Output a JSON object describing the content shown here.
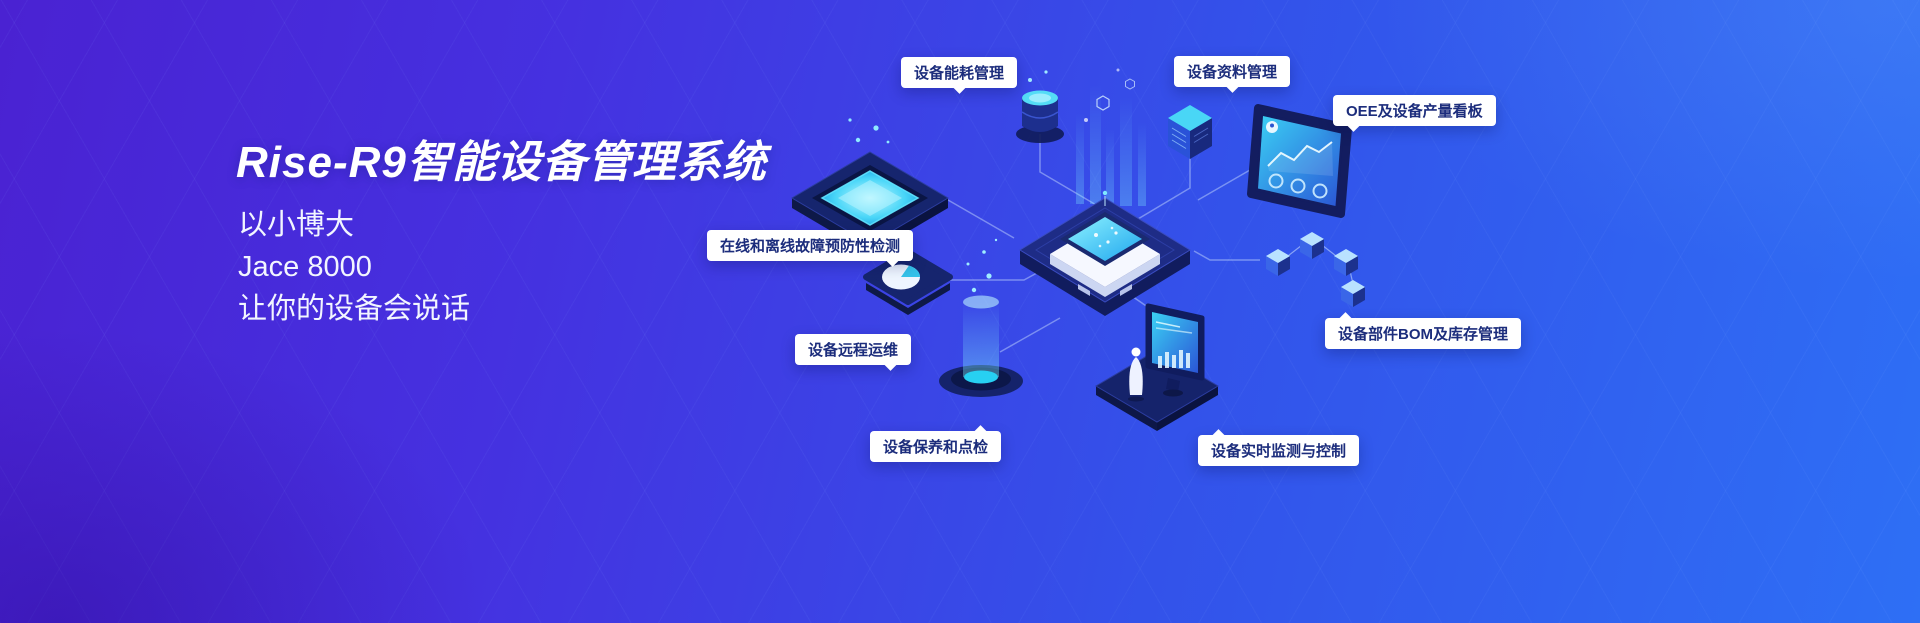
{
  "hero": {
    "title": "Rise-R9智能设备管理系统",
    "subtitle_lines": [
      "以小博大",
      "Jace 8000",
      "让你的设备会说话"
    ]
  },
  "illustration": {
    "labels": [
      {
        "text": "设备能耗管理"
      },
      {
        "text": "设备资料管理"
      },
      {
        "text": "OEE及设备产量看板"
      },
      {
        "text": "在线和离线故障预防性检测"
      },
      {
        "text": "设备远程运维"
      },
      {
        "text": "设备保养和点检"
      },
      {
        "text": "设备实时监测与控制"
      },
      {
        "text": "设备部件BOM及库存管理"
      }
    ],
    "icon_names": [
      "database-icon",
      "server-stack-icon",
      "dashboard-panel-icon",
      "glowing-screen-icon",
      "pie-chart-icon",
      "light-beacon-icon",
      "cube-network-icon",
      "monitor-person-icon",
      "central-device-icon"
    ]
  },
  "colors": {
    "background_start": "#4a22d2",
    "background_end": "#2e6ff5",
    "accent_cyan": "#45e0ff",
    "platform_navy": "#15236b",
    "label_background": "#ffffff",
    "label_text": "#1c2d7c"
  }
}
